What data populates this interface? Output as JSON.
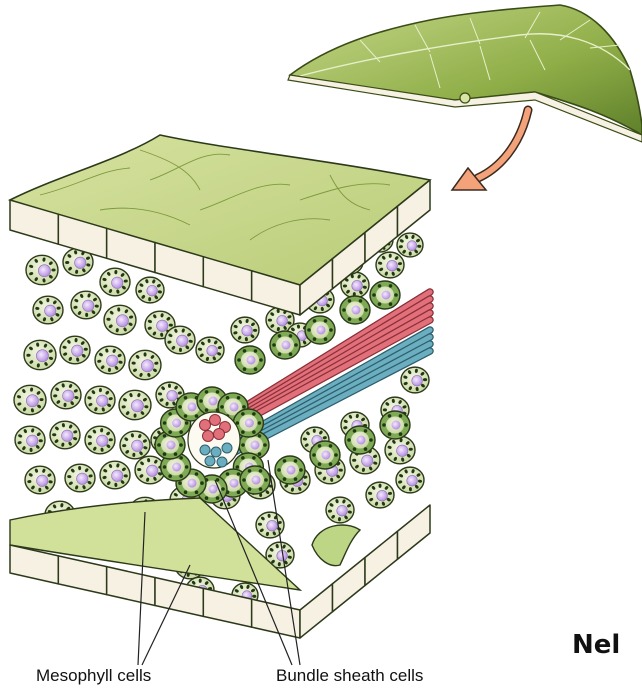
{
  "labels": {
    "mesophyll": "Mesophyll cells",
    "bundle_sheath": "Bundle sheath cells",
    "corner_text": "Nel"
  },
  "colors": {
    "leaf_green": "#a8c25a",
    "leaf_top": "#c9d98a",
    "epidermis_cell": "#f7f1e4",
    "cell_outline": "#2c3a1a",
    "mesophyll_fill": "#dfe8c0",
    "chloroplast": "#1f3a12",
    "nucleus": "#c9a8e6",
    "sheath_fill": "#7faa55",
    "xylem": "#e2707a",
    "phloem": "#6aaec0",
    "arrow": "#f3a27a"
  },
  "icons": [
    "leaf-icon",
    "arrow-icon"
  ]
}
